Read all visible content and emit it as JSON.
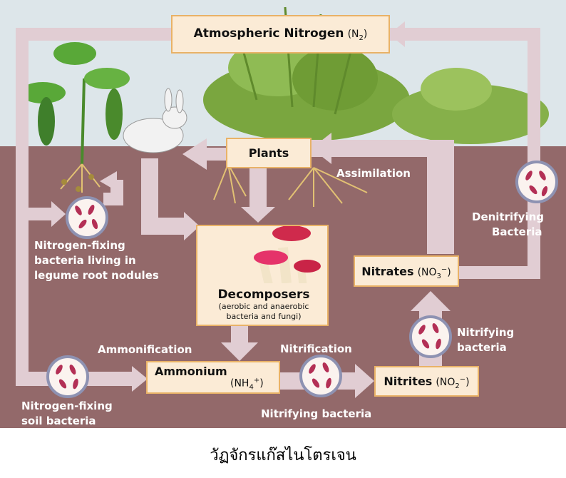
{
  "nodes": {
    "atmospheric": {
      "name": "Atmospheric Nitrogen",
      "formula_pre": "(N",
      "formula_sub": "2",
      "formula_post": ")"
    },
    "plants": {
      "name": "Plants"
    },
    "decomposers": {
      "name": "Decomposers",
      "note_line1": "(aerobic and anaerobic",
      "note_line2": "bacteria and fungi)"
    },
    "ammonium": {
      "name": "Ammonium",
      "formula_pre": "(NH",
      "formula_sub": "4",
      "formula_sup": "+",
      "formula_post": ")"
    },
    "nitrites": {
      "name": "Nitrites",
      "formula_pre": "(NO",
      "formula_sub": "2",
      "formula_sup": "−",
      "formula_post": ")"
    },
    "nitrates": {
      "name": "Nitrates",
      "formula_pre": "(NO",
      "formula_sub": "3",
      "formula_sup": "−",
      "formula_post": ")"
    }
  },
  "labels": {
    "assimilation": "Assimilation",
    "denitrifying_1": "Denitrifying",
    "denitrifying_2": "Bacteria",
    "nodule_1": "Nitrogen-fixing",
    "nodule_2": "bacteria living in",
    "nodule_3": "legume root nodules",
    "ammonification": "Ammonification",
    "nitrification": "Nitrification",
    "nitrifying_bacteria_up_1": "Nitrifying",
    "nitrifying_bacteria_up_2": "bacteria",
    "soil_1": "Nitrogen-fixing",
    "soil_2": "soil bacteria",
    "nitrifying_bacteria_bottom": "Nitrifying bacteria"
  },
  "caption": "วัฏจักรแก๊สไนโตรเจน",
  "colors": {
    "sky": "#dde6ea",
    "soil": "#93696a",
    "arrow": "#e1cdd3",
    "box_fill": "#fbebd6",
    "box_border": "#e9b267",
    "bacteria": "#b32f55",
    "circle_ring": "#8e92b2"
  }
}
